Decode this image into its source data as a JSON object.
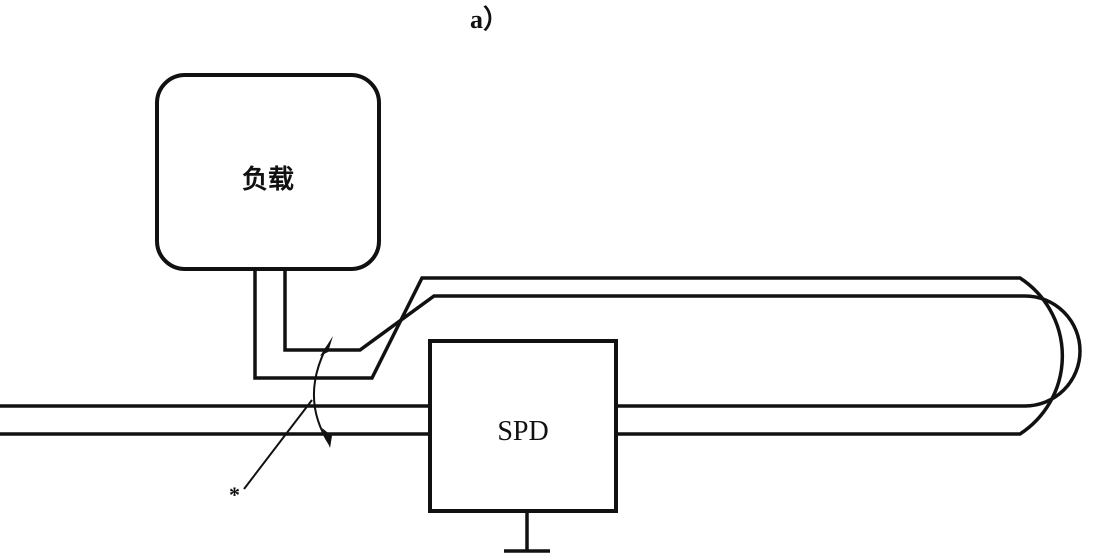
{
  "figure": {
    "subfigure_label": "a）",
    "load_box": {
      "label": "负载"
    },
    "spd_box": {
      "label": "SPD"
    },
    "annotation": {
      "marker": "*"
    }
  },
  "colors": {
    "line": "#111111",
    "background": "#ffffff"
  }
}
